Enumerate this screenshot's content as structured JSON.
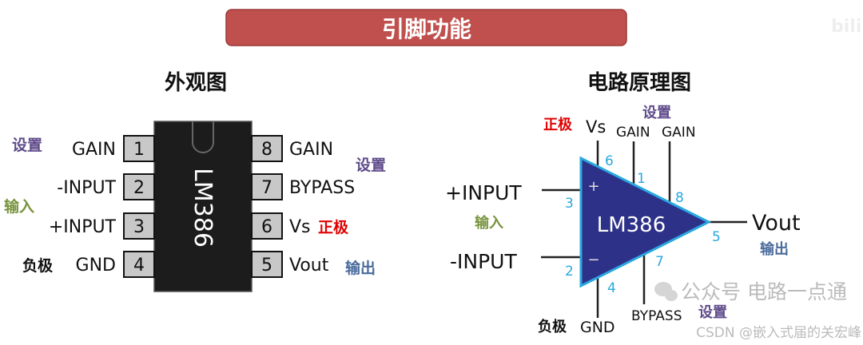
{
  "title": "引脚功能",
  "watermark_top": "bilibili",
  "colors": {
    "title_bg": "#c0504d",
    "set": "#5f4b8b",
    "input": "#77933c",
    "pos": "#e00000",
    "out": "#4a6b9c",
    "amp_fill": "#2e3188",
    "amp_stroke": "#29a8e0"
  },
  "left": {
    "heading": "外观图",
    "chip_label": "LM386",
    "pins_left": [
      {
        "num": "1",
        "name": "GAIN"
      },
      {
        "num": "2",
        "name": "-INPUT"
      },
      {
        "num": "3",
        "name": "+INPUT"
      },
      {
        "num": "4",
        "name": "GND"
      }
    ],
    "pins_right": [
      {
        "num": "8",
        "name": "GAIN"
      },
      {
        "num": "7",
        "name": "BYPASS"
      },
      {
        "num": "6",
        "name": "Vs"
      },
      {
        "num": "5",
        "name": "Vout"
      }
    ],
    "notes": {
      "set_left": "设置",
      "input": "输入",
      "neg": "负极",
      "set_right": "设置",
      "pos": "正极",
      "out": "输出"
    }
  },
  "right": {
    "heading": "电路原理图",
    "amp_label": "LM386",
    "plus_sign": "+",
    "minus_sign": "−",
    "labels": {
      "pin_in_plus": "+INPUT",
      "pin_in_minus": "-INPUT",
      "vout": "Vout",
      "vs": "Vs",
      "gain1": "GAIN",
      "gain8": "GAIN",
      "gnd": "GND",
      "bypass": "BYPASS"
    },
    "pin_numbers": {
      "p6": "6",
      "p1": "1",
      "p8": "8",
      "p3": "3",
      "p5": "5",
      "p7": "7",
      "p2": "2",
      "p4": "4"
    },
    "notes": {
      "pos": "正极",
      "set_top": "设置",
      "input": "输入",
      "out": "输出",
      "neg": "负极",
      "set_bottom": "设置"
    }
  },
  "watermarks": {
    "wechat": "公众号 电路一点通",
    "csdn": "CSDN @嵌入式届的关宏峰"
  }
}
